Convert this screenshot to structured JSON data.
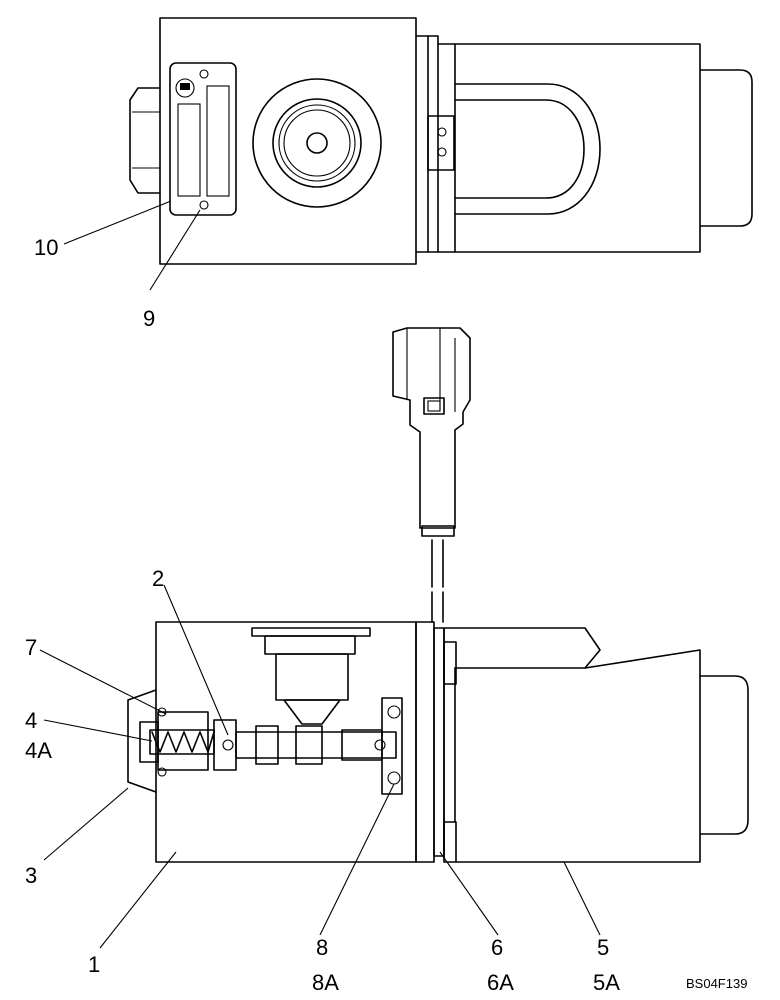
{
  "labels": {
    "l10": "10",
    "l9": "9",
    "l2": "2",
    "l7": "7",
    "l4": "4",
    "l4a": "4A",
    "l3": "3",
    "l1": "1",
    "l8": "8",
    "l8a": "8A",
    "l6": "6",
    "l6a": "6A",
    "l5": "5",
    "l5a": "5A"
  },
  "figure_code": "BS04F139"
}
